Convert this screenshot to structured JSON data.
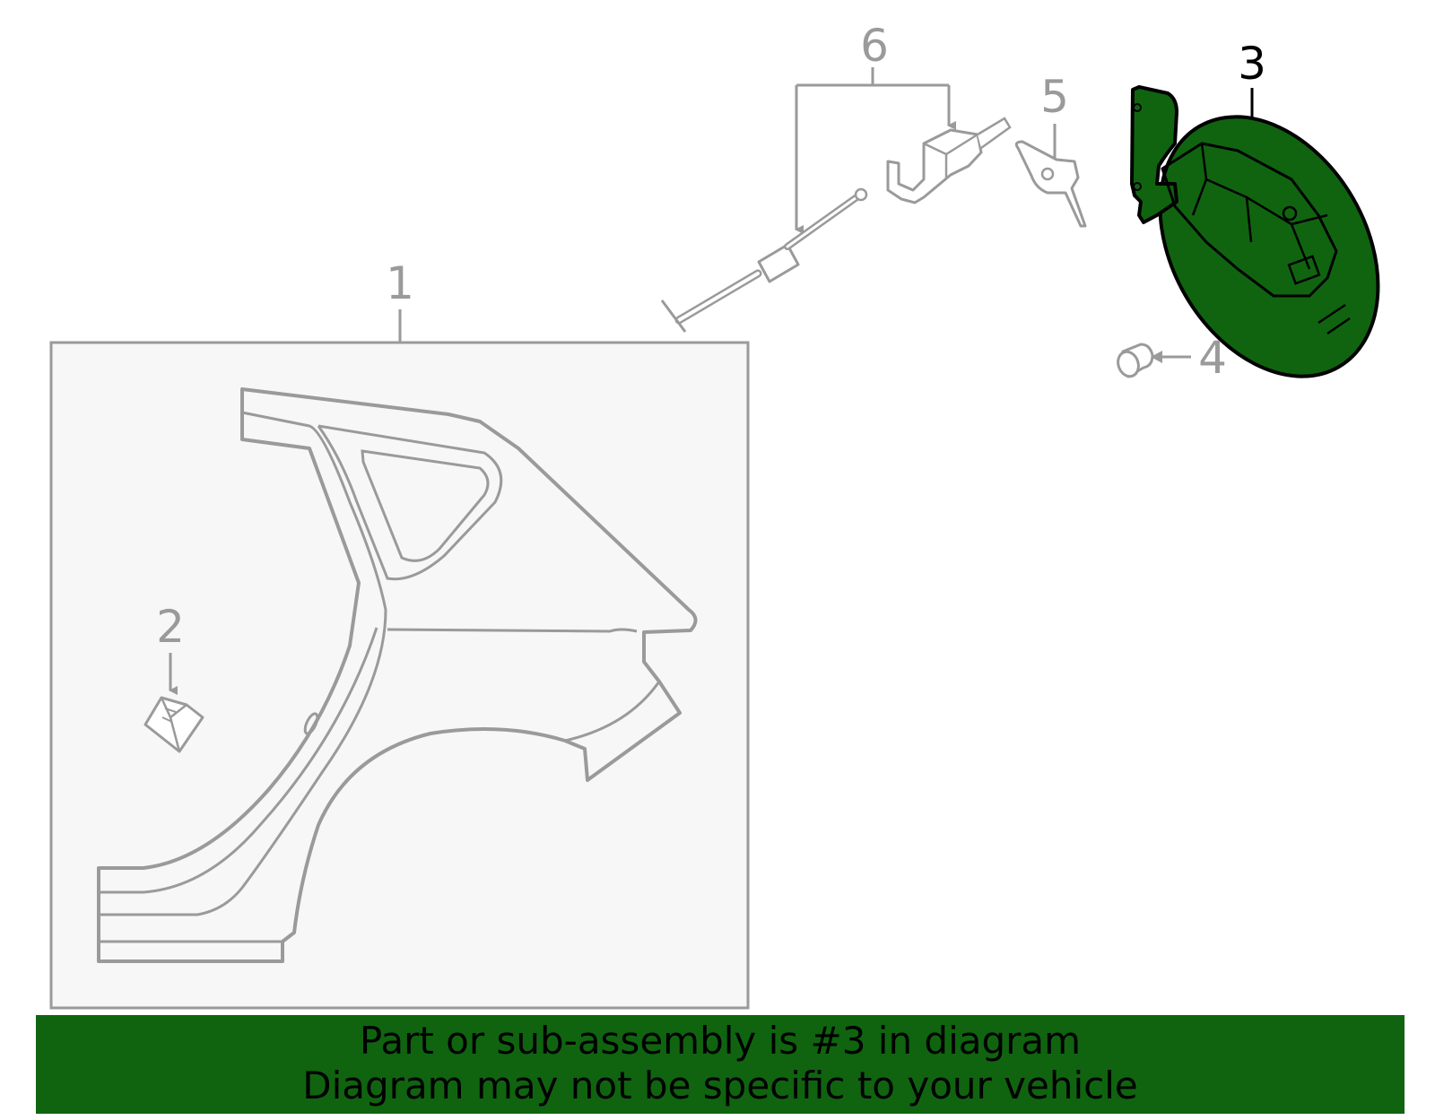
{
  "diagram": {
    "callouts": [
      {
        "id": "1",
        "label": "1",
        "highlight": false
      },
      {
        "id": "2",
        "label": "2",
        "highlight": false
      },
      {
        "id": "3",
        "label": "3",
        "highlight": true
      },
      {
        "id": "4",
        "label": "4",
        "highlight": false
      },
      {
        "id": "5",
        "label": "5",
        "highlight": false
      },
      {
        "id": "6",
        "label": "6",
        "highlight": false
      }
    ],
    "colors": {
      "line": "#9a9a9a",
      "highlight_fill": "#106410",
      "highlight_outline": "#000000",
      "panel_fill": "#f7f7f7"
    }
  },
  "banner": {
    "line1": "Part or sub-assembly is #3 in diagram",
    "line2": "Diagram may not be specific to your vehicle"
  }
}
